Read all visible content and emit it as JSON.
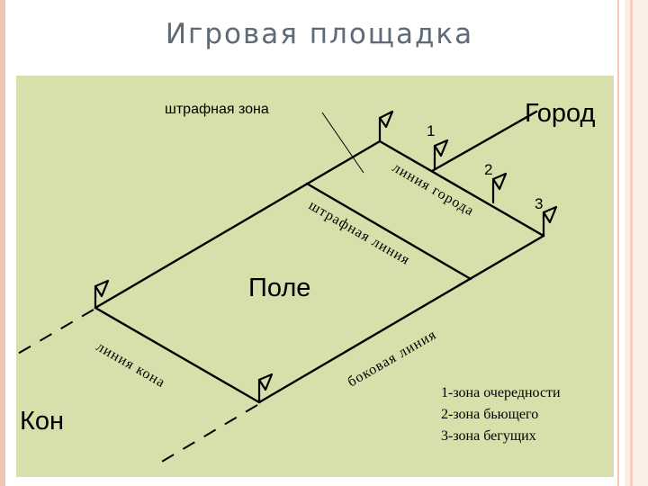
{
  "title": "Игровая площадка",
  "diagram": {
    "penalty_zone_label": "штрафная зона",
    "city_label": "Город",
    "field_label": "Поле",
    "kon_label": "Кон",
    "city_line_label": "линия города",
    "penalty_line_label": "штрафная линия",
    "side_line_label": "боковая линия",
    "kon_line_label": "линия кона",
    "zone_numbers": [
      "1",
      "2",
      "3"
    ],
    "legend": [
      "1-зона очередности",
      "2-зона бьющего",
      "3-зона бегущих"
    ]
  },
  "colors": {
    "field_background": "#d9dfab",
    "title_text": "#5e6a76",
    "slide_border": "#f1c6b4",
    "lines": "#000000"
  }
}
